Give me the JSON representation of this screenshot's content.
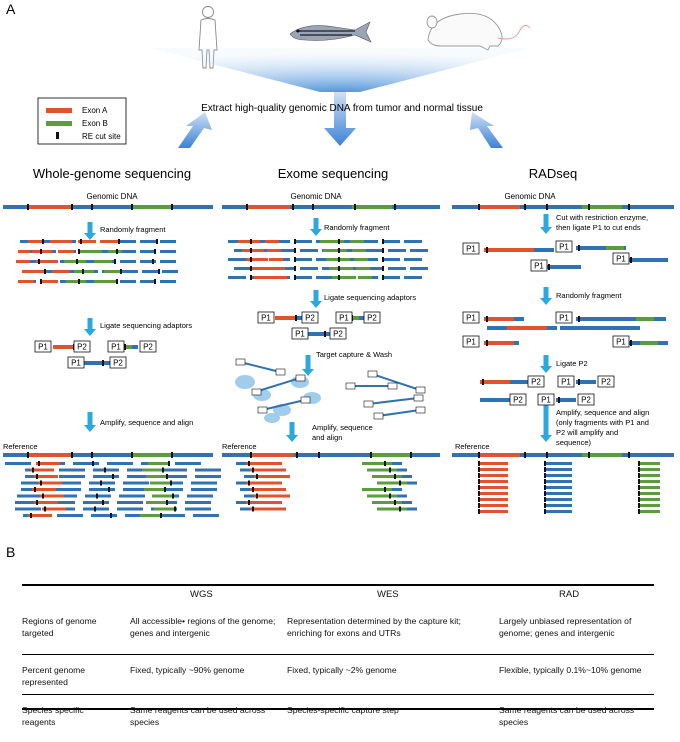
{
  "panel_a_label": "A",
  "panel_b_label": "B",
  "legend": [
    {
      "label": "Exon A",
      "color": "#e0532b"
    },
    {
      "label": "Exon B",
      "color": "#5d9c3c"
    },
    {
      "label": "RE cut site",
      "color": "#111111"
    }
  ],
  "colors": {
    "dna": "#2f73b5",
    "exon_a": "#e0532b",
    "exon_b": "#5d9c3c",
    "arrow": "#29a9e0",
    "bead": "#8ec6ea"
  },
  "extract_text": "Extract high-quality genomic DNA from tumor and normal tissue",
  "columns": [
    {
      "title": "Whole-genome sequencing",
      "genomic": "Genomic DNA",
      "step1": "Randomly fragment",
      "step2": "Ligate sequencing adaptors",
      "step3": "Amplify, sequence and align",
      "reference": "Reference"
    },
    {
      "title": "Exome sequencing",
      "genomic": "Genomic DNA",
      "step1": "Randomly fragment",
      "step2": "Ligate sequencing adaptors",
      "step3": "Target capture & Wash",
      "step4a": "Amplify, sequence",
      "step4b": "and align",
      "reference": "Reference"
    },
    {
      "title": "RADseq",
      "genomic": "Genomic DNA",
      "step1a": "Cut with restriction enzyme,",
      "step1b": "then ligate P1 to cut ends",
      "step2": "Randomly fragment",
      "step3": "Ligate P2",
      "step4a": "Amplify, sequence and align",
      "step4b": "(only fragments with P1 and",
      "step4c": "P2 will amplify and",
      "step4d": "sequence)",
      "reference": "Reference"
    }
  ],
  "adaptors": {
    "p1": "P1",
    "p2": "P2"
  },
  "table": {
    "headers": [
      "",
      "WGS",
      "WES",
      "RAD"
    ],
    "rows": [
      [
        "Regions of genome targeted",
        "All accessible• regions of the genome; genes and intergenic",
        "Representation determined by the capture kit; enriching for exons and UTRs",
        "Largely unbiased representation of genome; genes and intergenic"
      ],
      [
        "Percent genome represented",
        "Fixed, typically ~90% genome",
        "Fixed, typically ~2% genome",
        "Flexible, typically 0.1%~10% genome"
      ],
      [
        "Species specific reagents",
        "Same reagents can be used across species",
        "Species-specific capture step",
        "Same reagents can be used across species"
      ]
    ]
  }
}
